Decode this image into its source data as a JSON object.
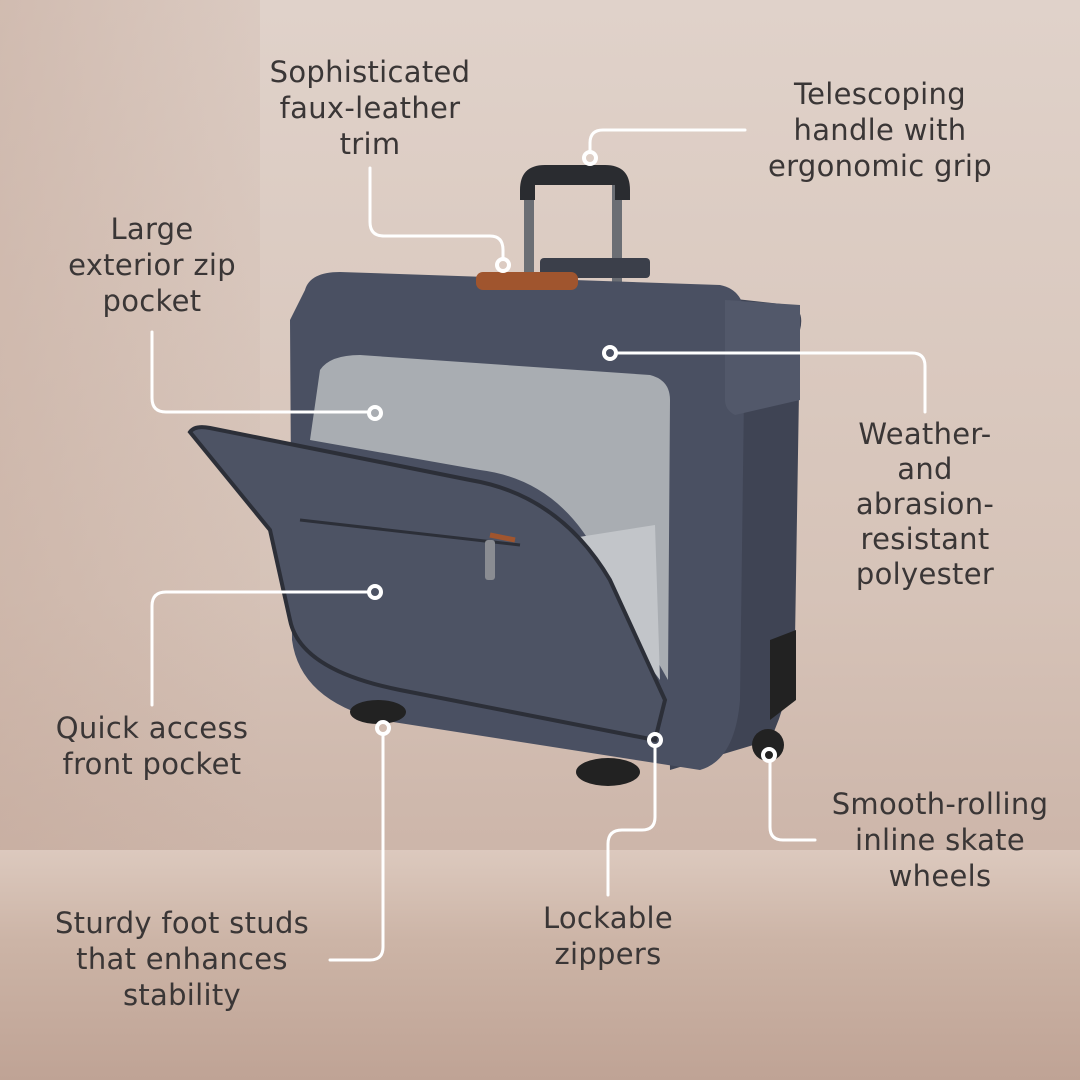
{
  "callouts": {
    "trim": [
      "Sophisticated",
      "faux-leather",
      "trim"
    ],
    "handle": [
      "Telescoping",
      "handle with",
      "ergonomic grip"
    ],
    "exterior_pocket": [
      "Large",
      "exterior zip",
      "pocket"
    ],
    "polyester": [
      "Weather-",
      "and",
      "abrasion-",
      "resistant",
      "polyester"
    ],
    "front_pocket": [
      "Quick access",
      "front pocket"
    ],
    "foot_studs": [
      "Sturdy foot studs",
      "that enhances",
      "stability"
    ],
    "zippers": [
      "Lockable",
      "zippers"
    ],
    "wheels": [
      "Smooth-rolling",
      "inline skate",
      "wheels"
    ]
  },
  "colors": {
    "text": "#3a3636",
    "line": "#ffffff",
    "body": "#4a5062",
    "trim": "#a0552e"
  }
}
